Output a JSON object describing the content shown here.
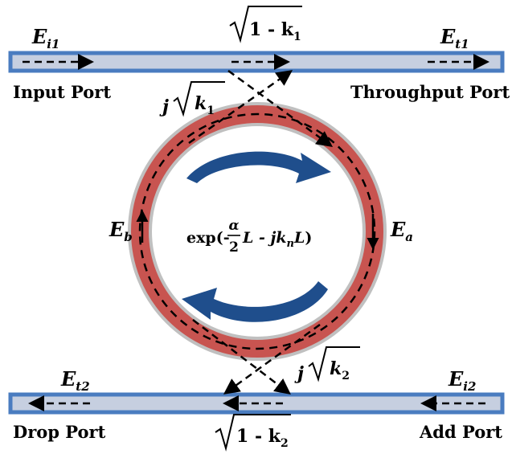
{
  "ports": {
    "input": "Input Port",
    "through": "Throughput Port",
    "drop": "Drop Port",
    "add": "Add Port"
  },
  "fields": {
    "ei1": {
      "main": "E",
      "sub": "i1"
    },
    "et1": {
      "main": "E",
      "sub": "t1"
    },
    "et2": {
      "main": "E",
      "sub": "t2"
    },
    "ei2": {
      "main": "E",
      "sub": "i2"
    },
    "ea": {
      "main": "E",
      "sub": "a"
    },
    "eb": {
      "main": "E",
      "sub": "b"
    }
  },
  "coupling": {
    "top_through": {
      "prefix": "",
      "radicand": "1 - k",
      "sub": "1"
    },
    "top_cross": {
      "prefix": "j",
      "radicand": "k",
      "sub": "1"
    },
    "bottom_cross": {
      "prefix": "j",
      "radicand": "k",
      "sub": "2"
    },
    "bottom_through": {
      "prefix": "",
      "radicand": "1 - k",
      "sub": "2"
    }
  },
  "propagation": {
    "prefix": "exp(-",
    "frac_num": "α",
    "frac_den": "2",
    "l1": "L",
    "mid": " - ",
    "jk": "jk",
    "n": "n",
    "l2": "L",
    "suffix": ")"
  },
  "colors": {
    "waveguide_fill": "#c6cfe0",
    "waveguide_stroke": "#4a7cc0",
    "ring_red": "#c85450",
    "ring_gray": "#c0c0c0",
    "arrow_blue": "#1f4e8c"
  }
}
